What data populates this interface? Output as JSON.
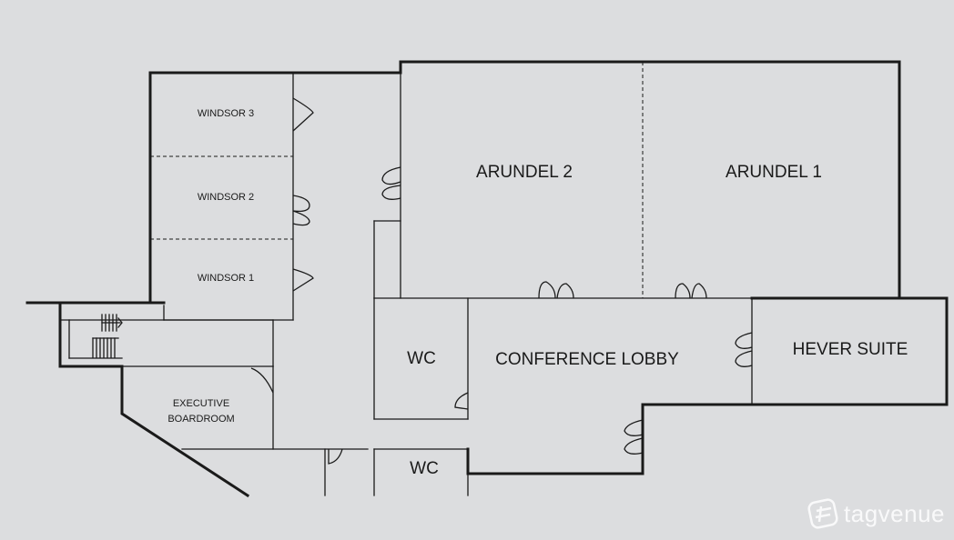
{
  "rooms": {
    "windsor3": "WINDSOR 3",
    "windsor2": "WINDSOR 2",
    "windsor1": "WINDSOR 1",
    "arundel2": "ARUNDEL 2",
    "arundel1": "ARUNDEL 1",
    "hever": "HEVER SUITE",
    "lobby": "CONFERENCE LOBBY",
    "wc_upper": "WC",
    "wc_lower": "WC",
    "exec_line1": "EXECUTIVE",
    "exec_line2": "BOARDROOM"
  },
  "watermark": "tagvenue",
  "colors": {
    "background": "#dcdddf",
    "walls": "#1a1a1a",
    "watermark": "#ffffff"
  }
}
